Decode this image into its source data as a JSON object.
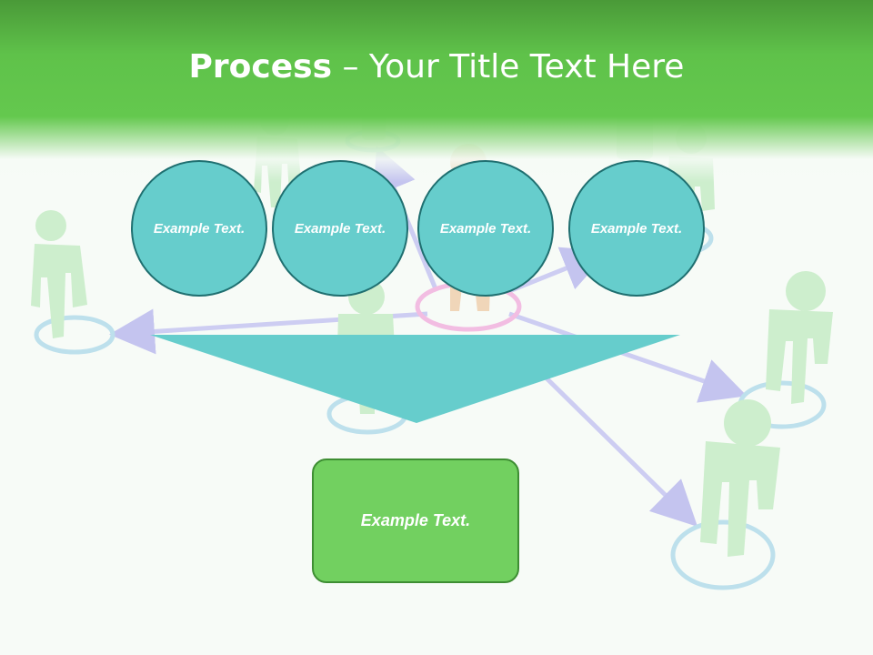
{
  "slide": {
    "title_strong": "Process",
    "title_rest": " – Your Title Text Here",
    "circles": [
      {
        "label": "Example Text."
      },
      {
        "label": "Example Text."
      },
      {
        "label": "Example Text."
      },
      {
        "label": "Example Text."
      }
    ],
    "result": {
      "label": "Example Text."
    }
  },
  "colors": {
    "header_green": "#5fc24a",
    "circle_teal": "#66cdcc",
    "circle_border": "#1f6f70",
    "funnel_teal": "#66cdcc",
    "box_green": "#72d060",
    "box_border": "#3e8e33",
    "figure_green": "#c8ecc8",
    "ring_blue": "#b7dbe8",
    "arrow_lavender": "#c9c9f0",
    "center_ring_pink": "#f0b8e0"
  }
}
